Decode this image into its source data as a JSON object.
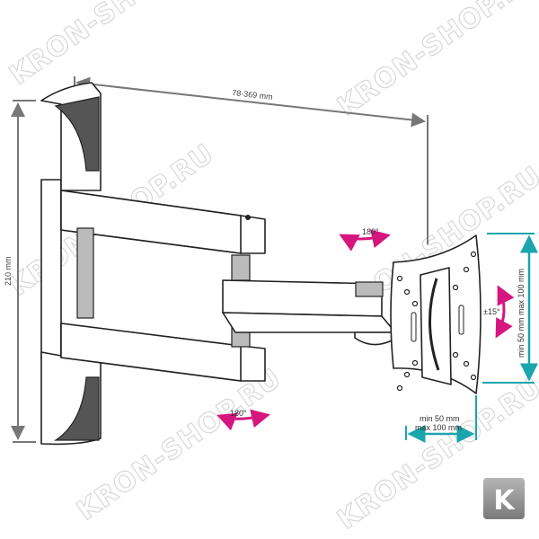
{
  "dimensions": {
    "arm_extension": "78-369 mm",
    "wall_plate_height": "210 mm",
    "vesa_vertical": "min 50 mm max 100 mm",
    "vesa_horizontal_min": "min 50 mm",
    "vesa_horizontal_max": "max 100 mm"
  },
  "rotations": {
    "swivel_top": "180°",
    "swivel_bottom": "180°",
    "tilt": "±15°"
  },
  "watermark": "KRON-SHOP.RU",
  "logo": "K",
  "colors": {
    "dimension": "#777777",
    "vesa": "#1ba5ad",
    "rotation": "#d6167f"
  }
}
